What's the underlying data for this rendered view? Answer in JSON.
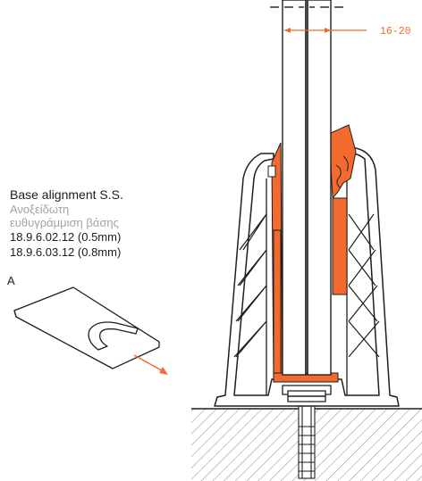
{
  "caption": {
    "title": "Base alignment S.S.",
    "greek_line1": "Ανοξείδωτη",
    "greek_line2": "ευθυγράμμιση βάσης",
    "code_1": "18.9.6.02.12 (0.5mm)",
    "code_2": "18.9.6.03.12 (0.8mm)",
    "fragment": "A"
  },
  "dimension": {
    "label": "16-20"
  },
  "colors": {
    "accent": "#f26a2e",
    "line": "#1e1e1e",
    "glass": "#ffffff",
    "hatch": "#6e6e6e"
  },
  "icons": [
    "shim-plate-icon",
    "arrow-icon",
    "dimension-arrow-icon"
  ]
}
